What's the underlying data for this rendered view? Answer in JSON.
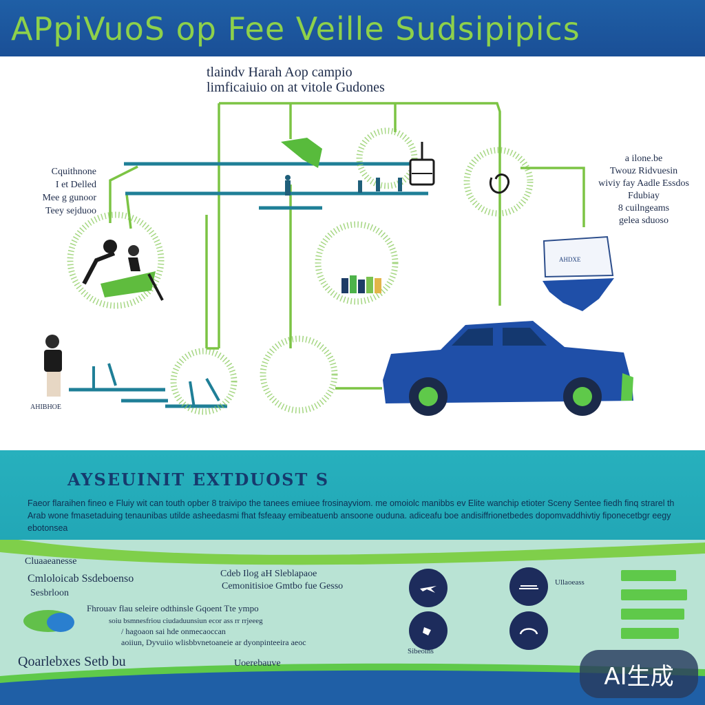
{
  "header": {
    "title": "APpiVuoS op Fee Veille Sudsipipics"
  },
  "diagram": {
    "subtitle_line1": "tlaindv  Harah  Aop  campio",
    "subtitle_line2": "limficaiuio on at vitole  Gudones",
    "left_note": [
      "Cquithnone",
      "I et Delled",
      "Mee g gunoor",
      "Teey sejduoo"
    ],
    "right_note": [
      "a ilone.be",
      "Twouz Ridvuesin",
      "wiviy fay Aadle Essdos",
      "Fdubiay",
      "8 cuilngeams",
      "gelea sduoso"
    ],
    "person_caption": "AHIBHOE",
    "panel_caption": "AHDXE"
  },
  "band": {
    "heading": "AYSEUINIT  EXTDUOST  S",
    "paragraph": "Faeor flaraihen fineo e Fluiy wit can touth opber 8 traivipo the tanees emiuee frosinayviom. me omoiolc manibbs ev Elite wanchip etioter Sceny Sentee fiedh finq strarel th Arab wone fmasetaduing tenaunibas utilde asheedasmi fhat fsfeaay emibeatuenb ansoone ouduna. adiceafu boe andisiffrionetbedes dopomvaddhivtiy fiponecetbgr eegy ebotonsea"
  },
  "bottom": {
    "left_line1": "Cluaaeanesse",
    "left_line2": "Cmloloicab Ssdeboenso",
    "left_line3": "Sesbrloon",
    "left_footer": "Qoarlebxes Setb bu",
    "center_line1": "Cdeb Ilog aH Sleblapaoe",
    "center_line2": "Cemonitisioe Gmtbo fue Gesso",
    "center_line3": "Fhrouav flau seleire odthinsle Gqoent Tte ympo",
    "center_line4": "soiu bsmnesfriou ciudaduunsiun ecor ass rr rrjeeeg",
    "center_line5": "/ hagoaon sai hde onmecaoccan",
    "center_line6": "aoiiun, Dyvuiio wlisbbvnetoaneie ar dyonpinteeira aeoc",
    "center_footer": "Uoerebauve",
    "mid_label": "Ullaoeass",
    "circle_caption": "Sibeolns"
  },
  "badge": {
    "label": "AI生成"
  },
  "colors": {
    "navy": "#1a4f96",
    "green": "#8ed14a",
    "teal": "#22a7b6",
    "mint": "#b9e3d4",
    "car_blue": "#1f4fa8"
  }
}
